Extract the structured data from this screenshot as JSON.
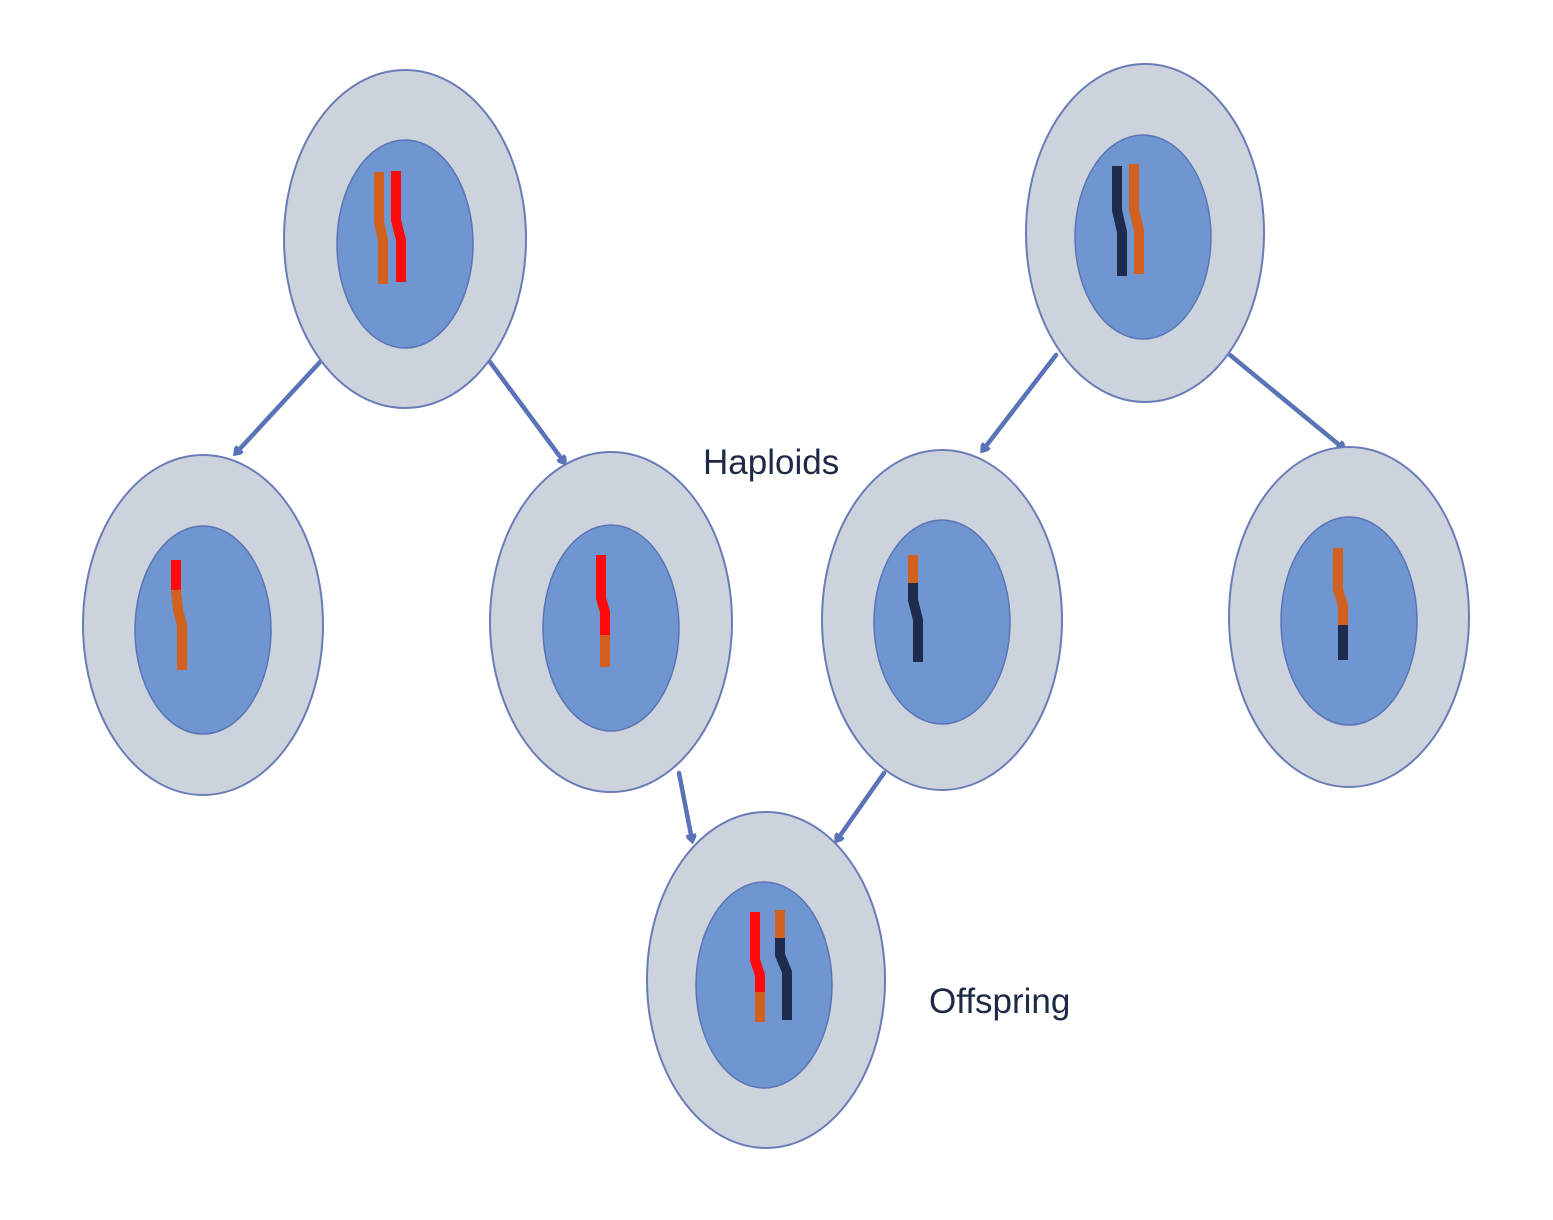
{
  "labels": {
    "haploids": "Haploids",
    "offspring": "Offspring"
  },
  "colors": {
    "cytoplasm": "#cdd3dc",
    "nucleus": "#7096d1",
    "arrow": "#5a73b8",
    "label_text": "#1e2a45",
    "chromosome_red": "#ff0a0a",
    "chromosome_orange": "#d2601f",
    "chromosome_navy": "#1e2b4d"
  },
  "cells": [
    {
      "name": "parent-cell-left",
      "role": "parent",
      "chromosomes": [
        [
          "orange"
        ],
        [
          "red"
        ]
      ]
    },
    {
      "name": "parent-cell-right",
      "role": "parent",
      "chromosomes": [
        [
          "navy"
        ],
        [
          "orange"
        ]
      ]
    },
    {
      "name": "haploid-cell-1",
      "role": "haploid",
      "chromosomes": [
        [
          "red",
          "orange"
        ]
      ]
    },
    {
      "name": "haploid-cell-2",
      "role": "haploid",
      "chromosomes": [
        [
          "red",
          "orange"
        ]
      ]
    },
    {
      "name": "haploid-cell-3",
      "role": "haploid",
      "chromosomes": [
        [
          "orange",
          "navy"
        ]
      ]
    },
    {
      "name": "haploid-cell-4",
      "role": "haploid",
      "chromosomes": [
        [
          "orange",
          "navy"
        ]
      ]
    },
    {
      "name": "offspring-cell",
      "role": "offspring",
      "chromosomes": [
        [
          "red",
          "orange"
        ],
        [
          "orange",
          "navy"
        ]
      ]
    }
  ],
  "connections": [
    {
      "from": "parent-cell-left",
      "to": "haploid-cell-1"
    },
    {
      "from": "parent-cell-left",
      "to": "haploid-cell-2"
    },
    {
      "from": "parent-cell-right",
      "to": "haploid-cell-3"
    },
    {
      "from": "parent-cell-right",
      "to": "haploid-cell-4"
    },
    {
      "from": "haploid-cell-2",
      "to": "offspring-cell"
    },
    {
      "from": "haploid-cell-3",
      "to": "offspring-cell"
    }
  ]
}
